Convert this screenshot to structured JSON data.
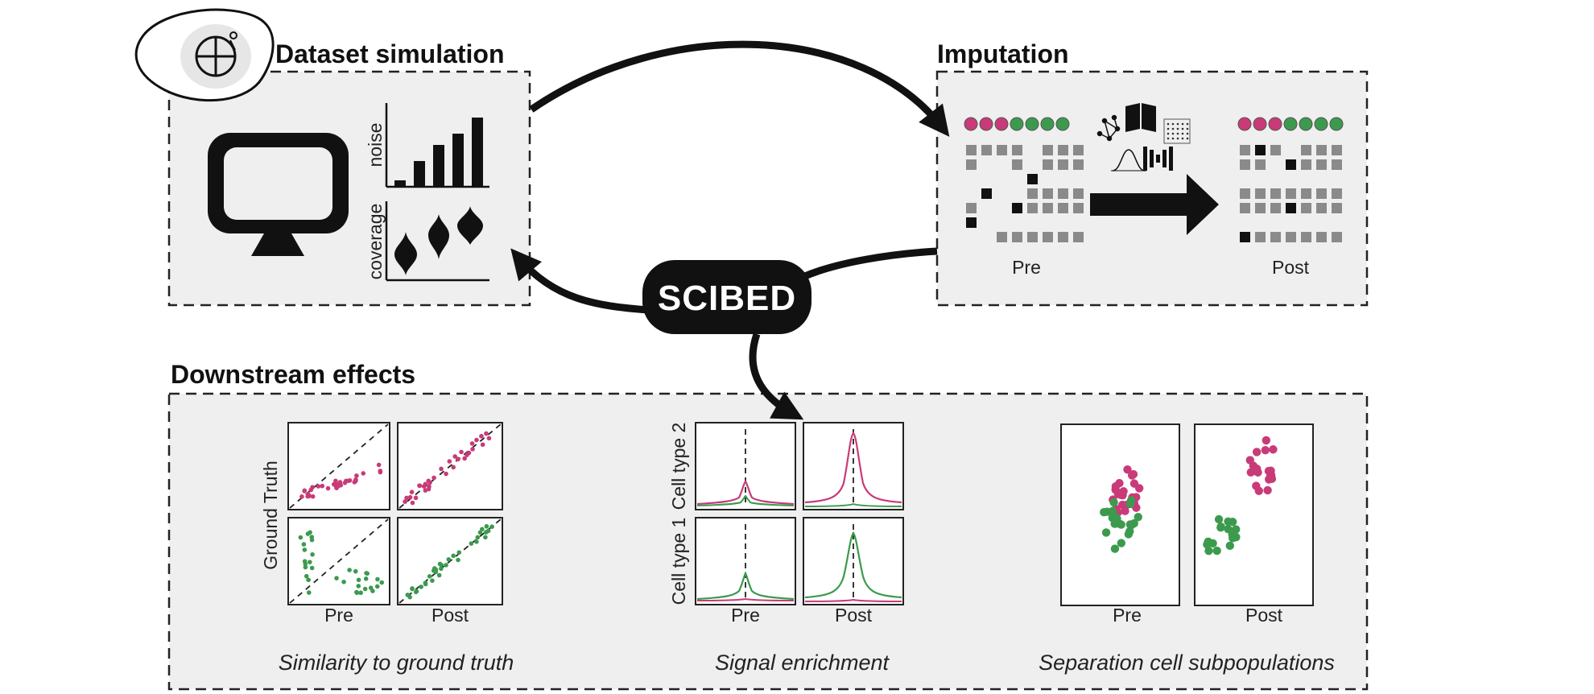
{
  "titles": {
    "simulation": "Dataset simulation",
    "imputation": "Imputation",
    "downstream": "Downstream effects"
  },
  "hub": {
    "label": "SCIBED"
  },
  "simulation": {
    "noise_label": "noise",
    "coverage_label": "coverage"
  },
  "imputation": {
    "pre_label": "Pre",
    "post_label": "Post"
  },
  "similarity": {
    "ylabel": "Ground Truth",
    "pre_label": "Pre",
    "post_label": "Post",
    "caption": "Similarity to ground truth"
  },
  "signal": {
    "row1_label": "Cell type 2",
    "row2_label": "Cell type 1",
    "pre_label": "Pre",
    "post_label": "Post",
    "caption": "Signal enrichment"
  },
  "separation": {
    "pre_label": "Pre",
    "post_label": "Post",
    "caption": "Separation cell subpopulations"
  },
  "colors": {
    "pink": "#c93a78",
    "green": "#3c9a4e",
    "panel": "#efefef",
    "cell": "#8a8a8a",
    "dark": "#111111"
  }
}
